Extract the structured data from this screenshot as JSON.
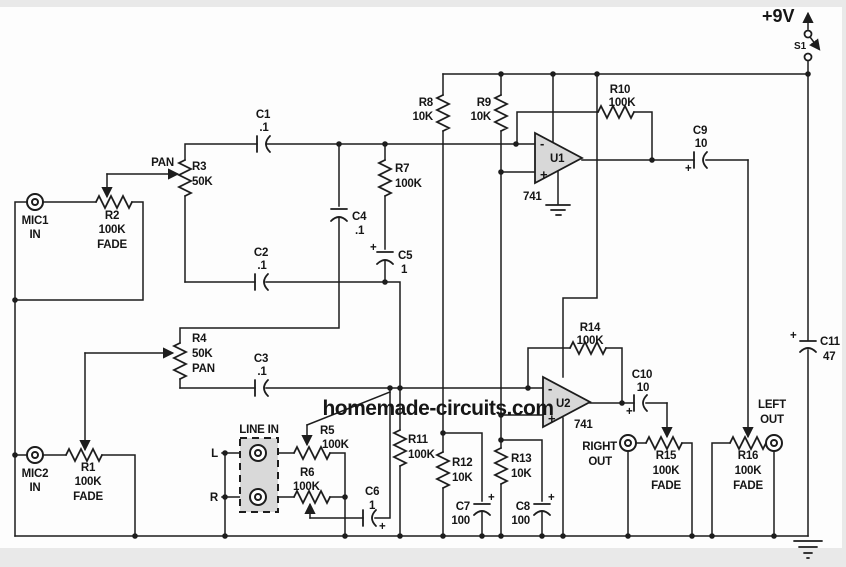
{
  "supply": {
    "label": "+9V"
  },
  "switch": {
    "label": "S1"
  },
  "watermark": {
    "text": "homemade-circuits.com",
    "color": "#c0302c"
  },
  "colors": {
    "line": "#1d1d1d",
    "background": "#ffffff",
    "opamp_fill": "#d8d8d8"
  },
  "polarity": "+",
  "connectors": {
    "mic1": {
      "line1": "MIC1",
      "line2": "IN"
    },
    "mic2": {
      "line1": "MIC2",
      "line2": "IN"
    },
    "line_in": {
      "title": "LINE IN",
      "left": "L",
      "right": "R"
    },
    "right_out": {
      "line1": "RIGHT",
      "line2": "OUT"
    },
    "left_out": {
      "line1": "LEFT",
      "line2": "OUT"
    }
  },
  "opamps": {
    "u1": {
      "name": "U1",
      "part": "741",
      "inv": "-",
      "noninv": "+"
    },
    "u2": {
      "name": "U2",
      "part": "741",
      "inv": "-",
      "noninv": "+"
    }
  },
  "resistors": {
    "r1": {
      "name": "R1",
      "value": "100K",
      "func": "FADE"
    },
    "r2": {
      "name": "R2",
      "value": "100K",
      "func": "FADE"
    },
    "r3": {
      "name": "R3",
      "value": "50K",
      "func": "PAN"
    },
    "r4": {
      "name": "R4",
      "value": "50K",
      "func": "PAN"
    },
    "r5": {
      "name": "R5",
      "value": "100K"
    },
    "r6": {
      "name": "R6",
      "value": "100K"
    },
    "r7": {
      "name": "R7",
      "value": "100K"
    },
    "r8": {
      "name": "R8",
      "value": "10K"
    },
    "r9": {
      "name": "R9",
      "value": "10K"
    },
    "r10": {
      "name": "R10",
      "value": "100K"
    },
    "r11": {
      "name": "R11",
      "value": "100K"
    },
    "r12": {
      "name": "R12",
      "value": "10K"
    },
    "r13": {
      "name": "R13",
      "value": "10K"
    },
    "r14": {
      "name": "R14",
      "value": "100K"
    },
    "r15": {
      "name": "R15",
      "value": "100K",
      "func": "FADE"
    },
    "r16": {
      "name": "R16",
      "value": "100K",
      "func": "FADE"
    }
  },
  "capacitors": {
    "c1": {
      "name": "C1",
      "value": ".1"
    },
    "c2": {
      "name": "C2",
      "value": ".1"
    },
    "c3": {
      "name": "C3",
      "value": ".1"
    },
    "c4": {
      "name": "C4",
      "value": ".1"
    },
    "c5": {
      "name": "C5",
      "value": "1"
    },
    "c6": {
      "name": "C6",
      "value": "1"
    },
    "c7": {
      "name": "C7",
      "value": "100"
    },
    "c8": {
      "name": "C8",
      "value": "100"
    },
    "c9": {
      "name": "C9",
      "value": "10"
    },
    "c10": {
      "name": "C10",
      "value": "10"
    },
    "c11": {
      "name": "C11",
      "value": "47"
    }
  }
}
